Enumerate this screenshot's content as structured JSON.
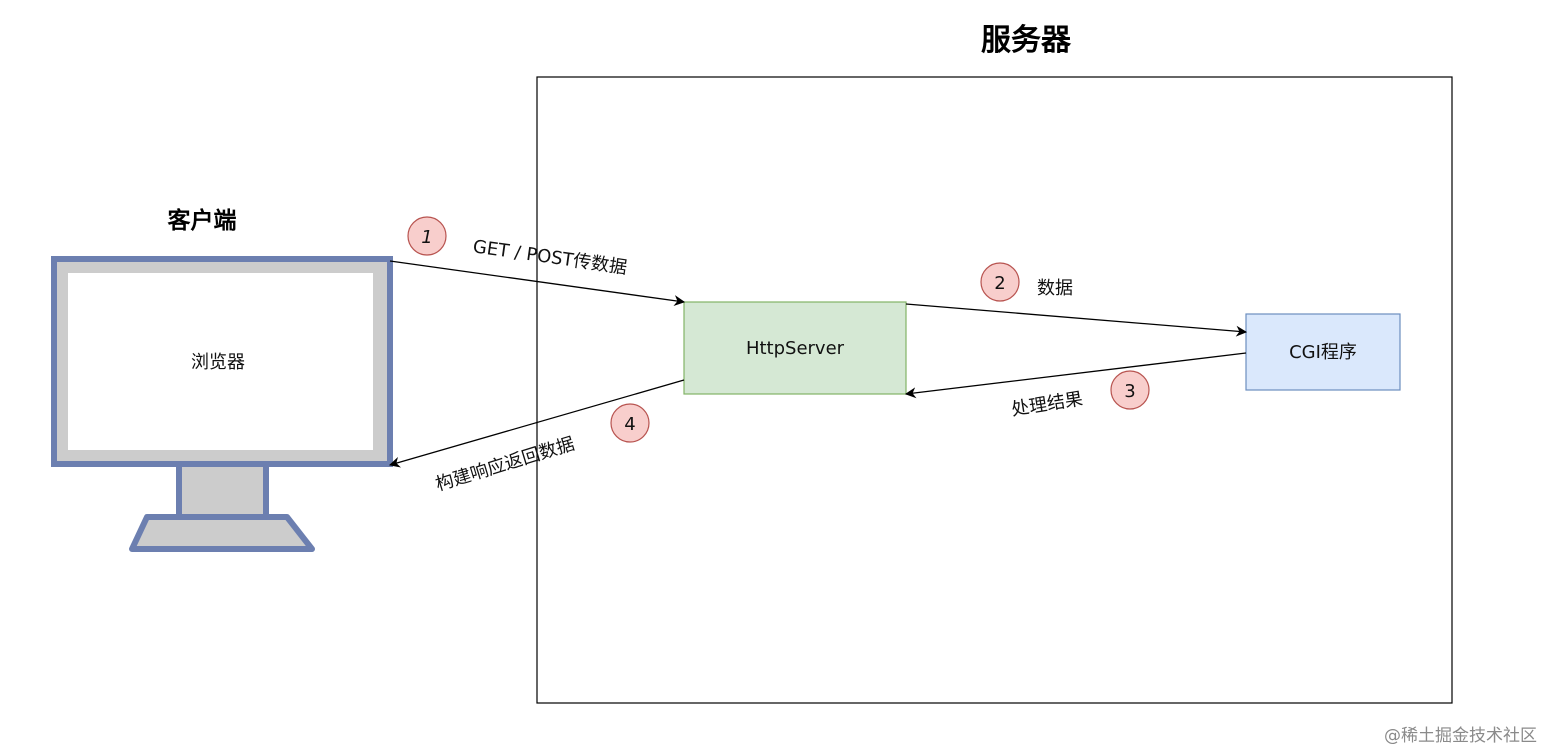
{
  "server": {
    "title": "服务器"
  },
  "client": {
    "title": "客户端",
    "browser_label": "浏览器",
    "icon": "monitor-icon"
  },
  "nodes": {
    "httpserver": {
      "label": "HttpServer"
    },
    "cgi": {
      "label": "CGI程序"
    }
  },
  "steps": [
    {
      "number": "1",
      "label": "GET / POST传数据"
    },
    {
      "number": "2",
      "label": "数据"
    },
    {
      "number": "3",
      "label": "处理结果"
    },
    {
      "number": "4",
      "label": "构建响应返回数据"
    }
  ],
  "colors": {
    "httpserver_fill": "#d5e8d4",
    "httpserver_stroke": "#82b366",
    "cgi_fill": "#dae8fc",
    "cgi_stroke": "#6c8ebf",
    "badge_fill": "#f8cecc",
    "badge_stroke": "#b85450",
    "monitor_frame": "#6c7fb0",
    "monitor_body": "#cccccc"
  },
  "watermark": "@稀土掘金技术社区"
}
